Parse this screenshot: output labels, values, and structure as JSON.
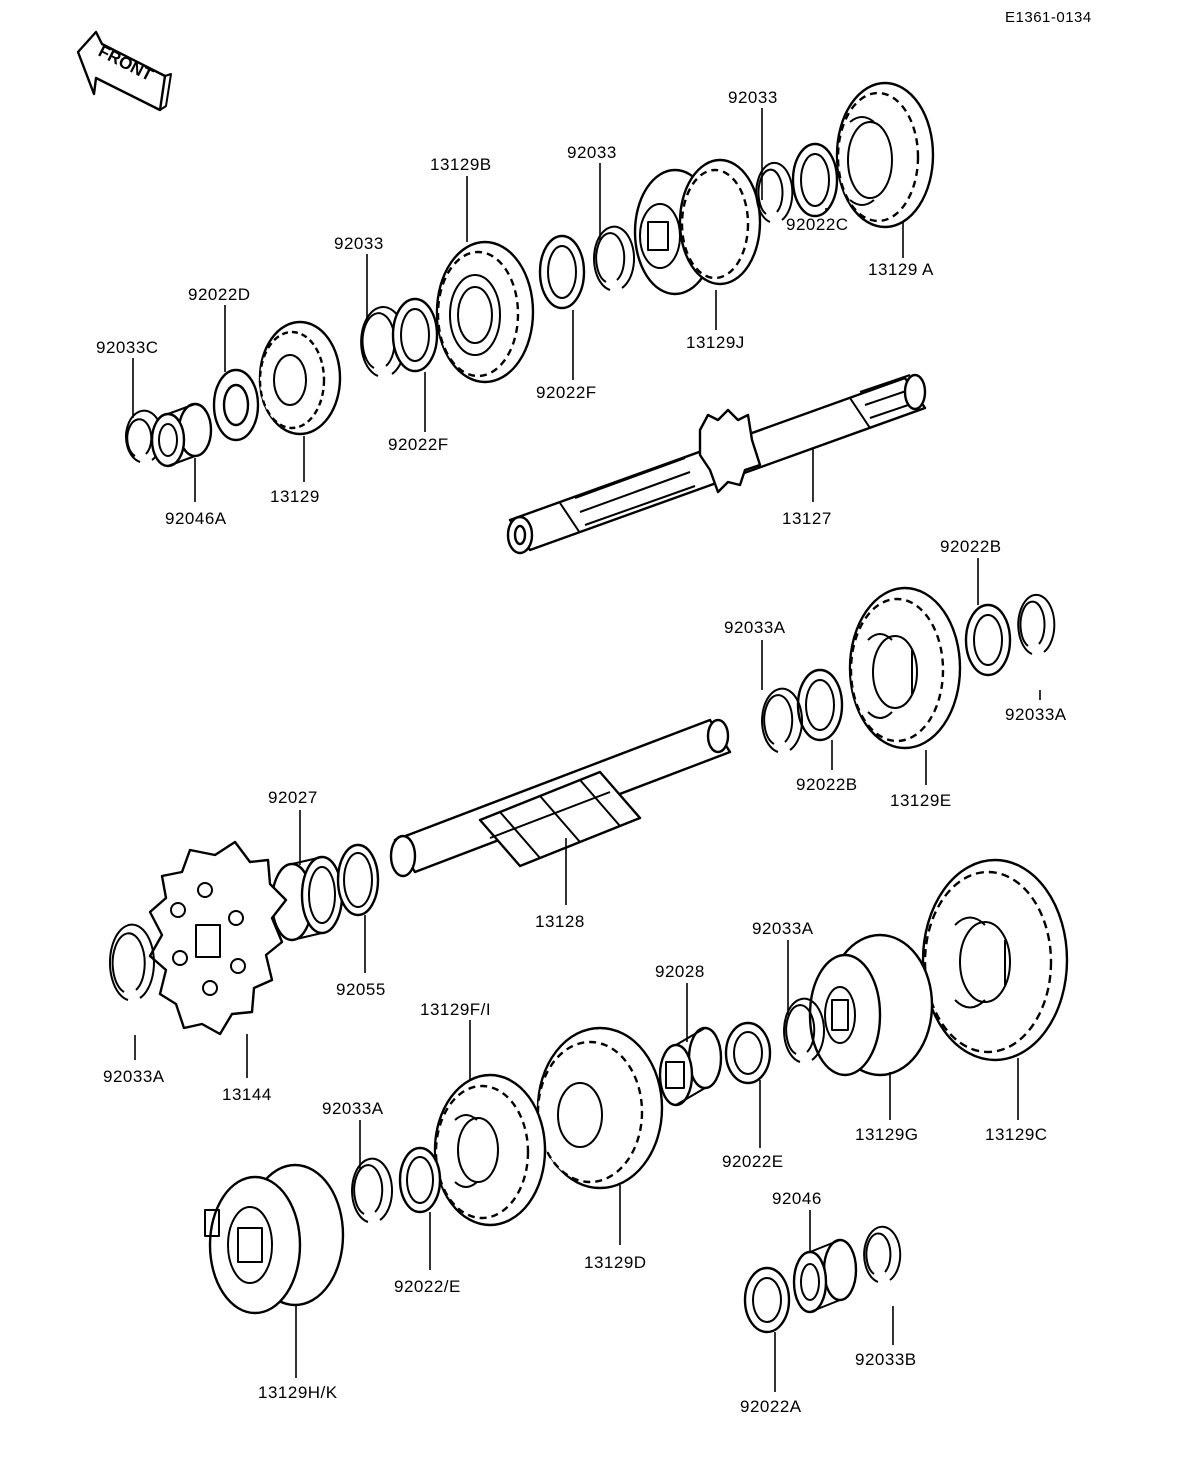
{
  "diagram_code": "E1361-0134",
  "front_label": "FRONT",
  "parts": [
    {
      "id": "13129A",
      "label": "13129 A"
    },
    {
      "id": "92033_top_right",
      "label": "92033"
    },
    {
      "id": "92022C",
      "label": "92022C"
    },
    {
      "id": "92033_mid",
      "label": "92033"
    },
    {
      "id": "13129J",
      "label": "13129J"
    },
    {
      "id": "13129B",
      "label": "13129B"
    },
    {
      "id": "92022F_right",
      "label": "92022F"
    },
    {
      "id": "92033_left",
      "label": "92033"
    },
    {
      "id": "92022F_left",
      "label": "92022F"
    },
    {
      "id": "92022D",
      "label": "92022D"
    },
    {
      "id": "92033C",
      "label": "92033C"
    },
    {
      "id": "92046A",
      "label": "92046A"
    },
    {
      "id": "13129",
      "label": "13129"
    },
    {
      "id": "13127",
      "label": "13127"
    },
    {
      "id": "92022B_top",
      "label": "92022B"
    },
    {
      "id": "92033A_top_mid",
      "label": "92033A"
    },
    {
      "id": "92033A_top_right",
      "label": "92033A"
    },
    {
      "id": "92022B_bottom",
      "label": "92022B"
    },
    {
      "id": "13129E",
      "label": "13129E"
    },
    {
      "id": "92027",
      "label": "92027"
    },
    {
      "id": "13128",
      "label": "13128"
    },
    {
      "id": "92055",
      "label": "92055"
    },
    {
      "id": "92033A_left",
      "label": "92033A"
    },
    {
      "id": "13144",
      "label": "13144"
    },
    {
      "id": "92033A_mid",
      "label": "92033A"
    },
    {
      "id": "92028",
      "label": "92028"
    },
    {
      "id": "13129FI",
      "label": "13129F/I"
    },
    {
      "id": "92033A_bottom",
      "label": "92033A"
    },
    {
      "id": "13129D",
      "label": "13129D"
    },
    {
      "id": "92022E",
      "label": "92022E"
    },
    {
      "id": "13129G",
      "label": "13129G"
    },
    {
      "id": "13129C",
      "label": "13129C"
    },
    {
      "id": "92022_E",
      "label": "92022/E"
    },
    {
      "id": "92046",
      "label": "92046"
    },
    {
      "id": "92033B",
      "label": "92033B"
    },
    {
      "id": "13129HK",
      "label": "13129H/K"
    },
    {
      "id": "92022A",
      "label": "92022A"
    }
  ]
}
